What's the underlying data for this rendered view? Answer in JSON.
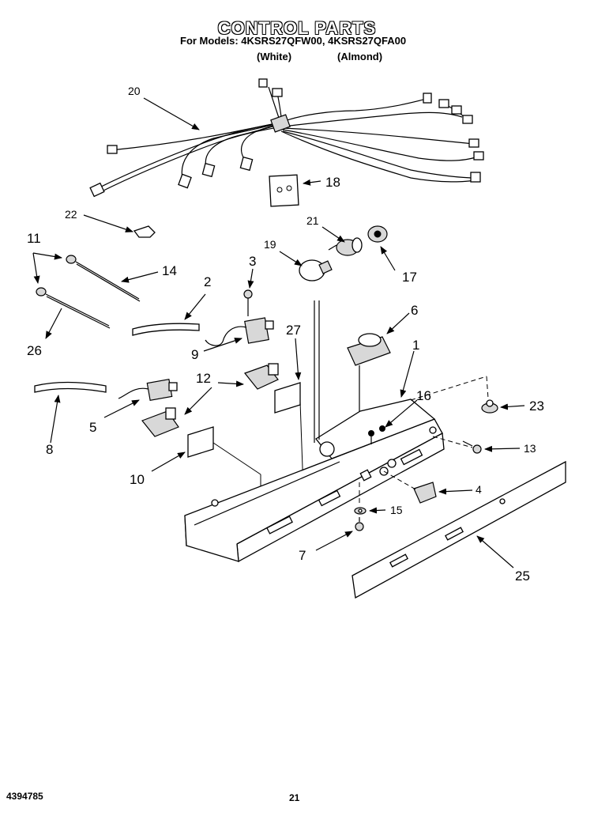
{
  "header": {
    "title": "CONTROL PARTS",
    "models_line": "For Models: 4KSRS27QFW00, 4KSRS27QFA00",
    "color_white": "(White)",
    "color_almond": "(Almond)"
  },
  "footer": {
    "doc_number": "4394785",
    "page_number": "21"
  },
  "callouts": {
    "c1": "1",
    "c2": "2",
    "c3": "3",
    "c4": "4",
    "c5": "5",
    "c6": "6",
    "c7": "7",
    "c8": "8",
    "c9": "9",
    "c10": "10",
    "c11": "11",
    "c12": "12",
    "c13": "13",
    "c14": "14",
    "c15": "15",
    "c16": "16",
    "c17": "17",
    "c18": "18",
    "c19": "19",
    "c20": "20",
    "c21": "21",
    "c22": "22",
    "c23": "23",
    "c25": "25",
    "c26": "26",
    "c27": "27"
  }
}
